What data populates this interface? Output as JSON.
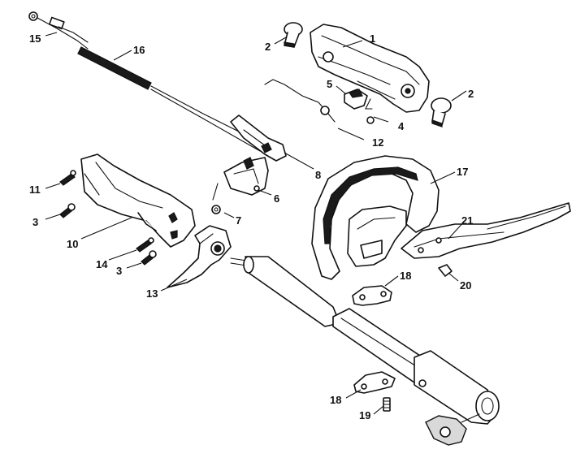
{
  "callouts": [
    {
      "id": "c1",
      "text": "1"
    },
    {
      "id": "c2a",
      "text": "2"
    },
    {
      "id": "c2b",
      "text": "2"
    },
    {
      "id": "c3a",
      "text": "3"
    },
    {
      "id": "c3b",
      "text": "3"
    },
    {
      "id": "c4",
      "text": "4"
    },
    {
      "id": "c5",
      "text": "5"
    },
    {
      "id": "c6",
      "text": "6"
    },
    {
      "id": "c7",
      "text": "7"
    },
    {
      "id": "c8",
      "text": "8"
    },
    {
      "id": "c10",
      "text": "10"
    },
    {
      "id": "c11",
      "text": "11"
    },
    {
      "id": "c12",
      "text": "12"
    },
    {
      "id": "c13",
      "text": "13"
    },
    {
      "id": "c14",
      "text": "14"
    },
    {
      "id": "c15",
      "text": "15"
    },
    {
      "id": "c16",
      "text": "16"
    },
    {
      "id": "c17",
      "text": "17"
    },
    {
      "id": "c18a",
      "text": "18"
    },
    {
      "id": "c18b",
      "text": "18"
    },
    {
      "id": "c19",
      "text": "19"
    },
    {
      "id": "c20",
      "text": "20"
    },
    {
      "id": "c21",
      "text": "21"
    }
  ],
  "colors": {
    "line": "#111111",
    "fill": "#ffffff",
    "shade": "#d9d9d9"
  }
}
